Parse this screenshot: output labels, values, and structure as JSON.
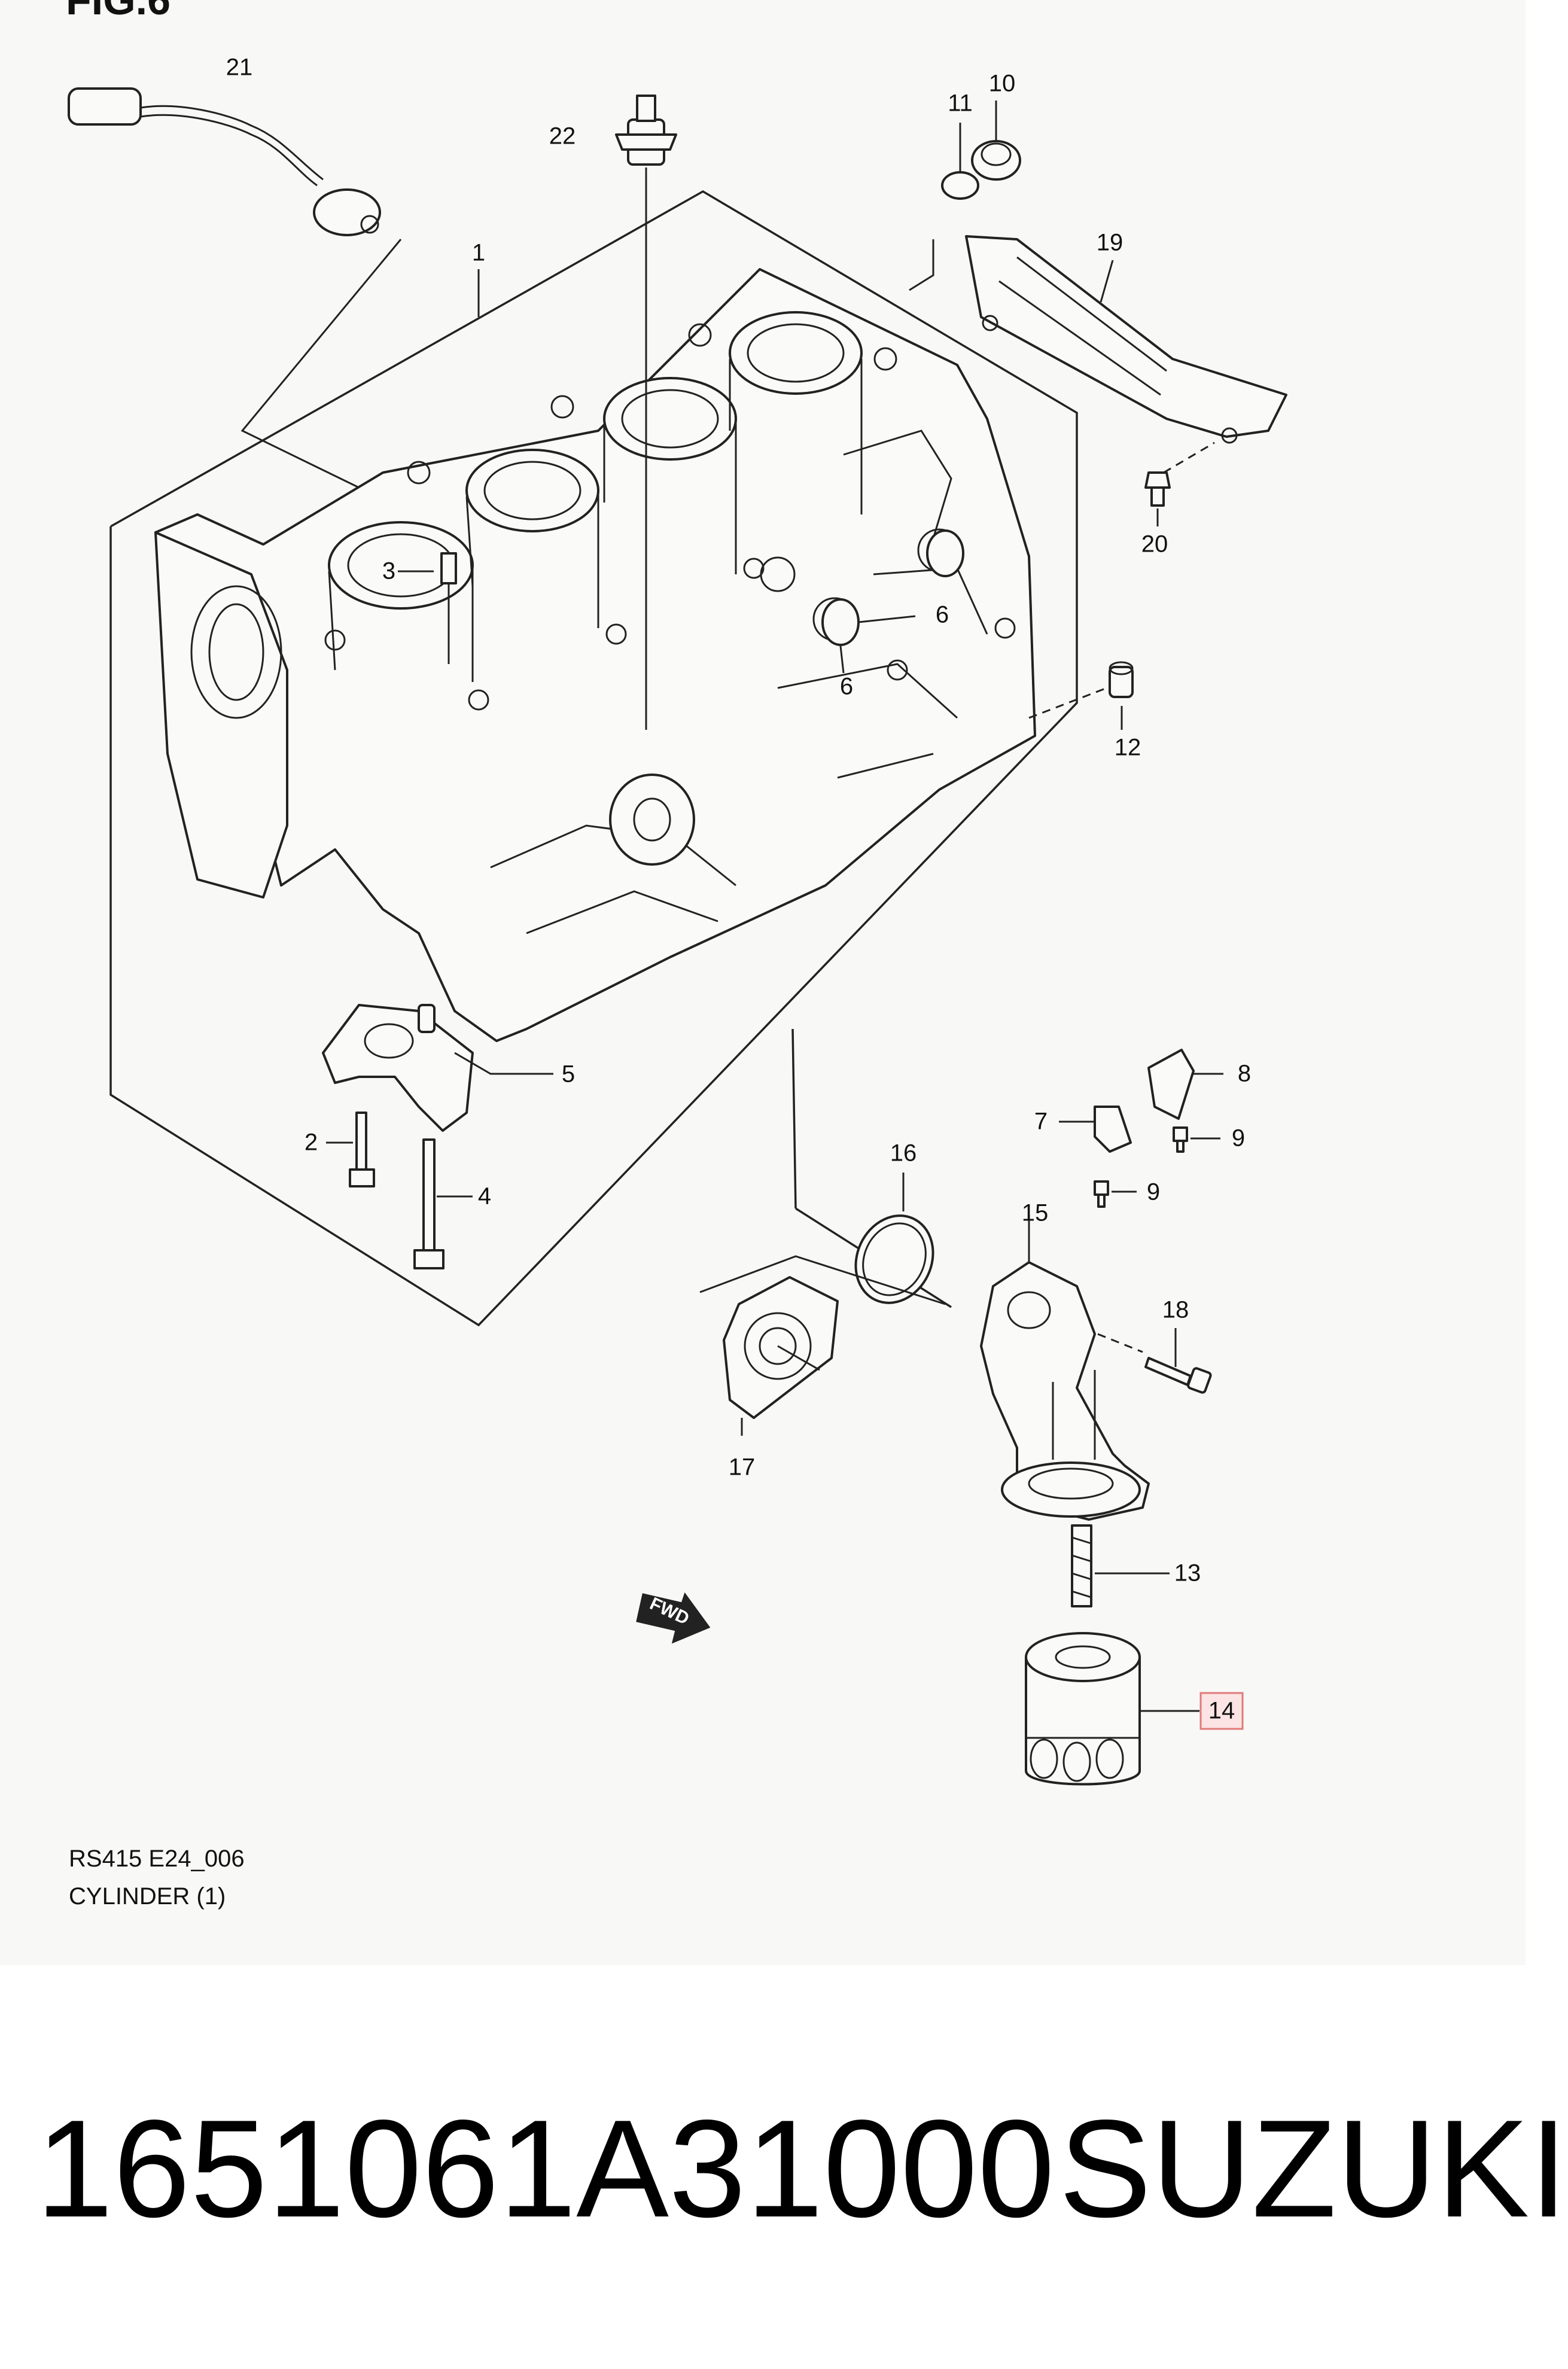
{
  "figure": {
    "title": "FIG.6",
    "diagram_code": "RS415 E24_006",
    "section_name": "CYLINDER (1)",
    "fwd_label": "FWD"
  },
  "callouts": [
    {
      "id": "1",
      "label": "1"
    },
    {
      "id": "2",
      "label": "2"
    },
    {
      "id": "3",
      "label": "3"
    },
    {
      "id": "4",
      "label": "4"
    },
    {
      "id": "5",
      "label": "5"
    },
    {
      "id": "6a",
      "label": "6"
    },
    {
      "id": "6b",
      "label": "6"
    },
    {
      "id": "7",
      "label": "7"
    },
    {
      "id": "8",
      "label": "8"
    },
    {
      "id": "9a",
      "label": "9"
    },
    {
      "id": "9b",
      "label": "9"
    },
    {
      "id": "10",
      "label": "10"
    },
    {
      "id": "11",
      "label": "11"
    },
    {
      "id": "12",
      "label": "12"
    },
    {
      "id": "13",
      "label": "13"
    },
    {
      "id": "14",
      "label": "14",
      "highlighted": true
    },
    {
      "id": "15",
      "label": "15"
    },
    {
      "id": "16",
      "label": "16"
    },
    {
      "id": "17",
      "label": "17"
    },
    {
      "id": "18",
      "label": "18"
    },
    {
      "id": "19",
      "label": "19"
    },
    {
      "id": "20",
      "label": "20"
    },
    {
      "id": "21",
      "label": "21"
    },
    {
      "id": "22",
      "label": "22"
    }
  ],
  "product": {
    "part_number": "1651061A31000",
    "brand": "SUZUKI"
  },
  "colors": {
    "sheet_background": "#f8f8f6",
    "line_art": "#222222",
    "highlight_fill": "#fde4e4",
    "highlight_border": "#e07a7a"
  }
}
